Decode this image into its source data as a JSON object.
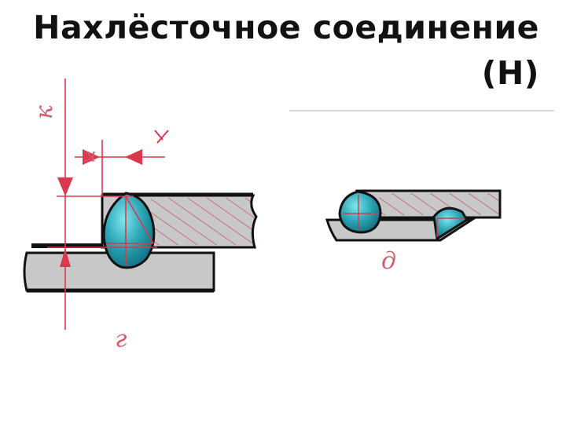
{
  "slide": {
    "title_line1": "Нахлёсточное соединение",
    "title_line2": "(Н)"
  },
  "figure_left": {
    "label_bottom": "г",
    "label_top": "к",
    "label_dim": "к"
  },
  "figure_right": {
    "label": "д"
  },
  "colors": {
    "plate_fill": "#c8c8c8",
    "plate_edge": "#111111",
    "hatch": "#c85a6a",
    "weld": "#2aa3b3",
    "dimension": "#d9394d"
  }
}
